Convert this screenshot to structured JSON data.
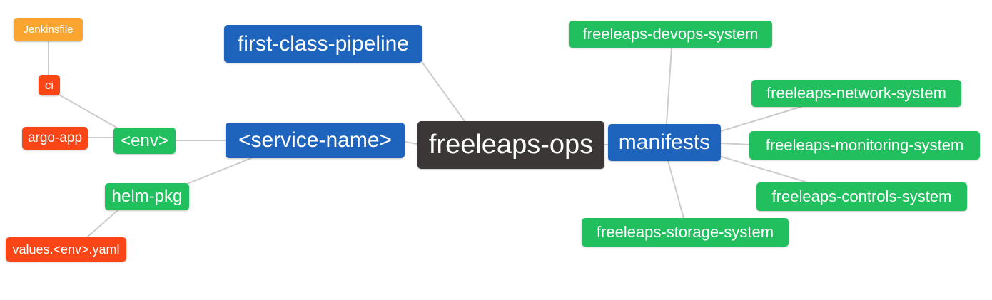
{
  "diagram": {
    "title": "freeleaps-ops mind map",
    "colors": {
      "background": "#ffffff",
      "text": "#ffffff",
      "edge": "#cccccc",
      "root_bg": "#3c3737",
      "branch_bg": "#1e63bc",
      "green_bg": "#21bf5e",
      "red_bg": "#fa4616",
      "orange_bg": "#f9a52f"
    },
    "nodes": {
      "root": {
        "label": "freeleaps-ops"
      },
      "first_class_pipeline": {
        "label": "first-class-pipeline"
      },
      "service_name": {
        "label": "<service-name>"
      },
      "manifests": {
        "label": "manifests"
      },
      "env": {
        "label": "<env>"
      },
      "helm_pkg": {
        "label": "helm-pkg"
      },
      "ci": {
        "label": "ci"
      },
      "argo_app": {
        "label": "argo-app"
      },
      "jenkinsfile": {
        "label": "Jenkinsfile"
      },
      "values_env_yaml": {
        "label": "values.<env>.yaml"
      },
      "devops_system": {
        "label": "freeleaps-devops-system"
      },
      "network_system": {
        "label": "freeleaps-network-system"
      },
      "monitoring_system": {
        "label": "freeleaps-monitoring-system"
      },
      "controls_system": {
        "label": "freeleaps-controls-system"
      },
      "storage_system": {
        "label": "freeleaps-storage-system"
      }
    },
    "edges": [
      {
        "from": "jenkinsfile",
        "to": "ci"
      },
      {
        "from": "ci",
        "to": "env"
      },
      {
        "from": "argo_app",
        "to": "env"
      },
      {
        "from": "env",
        "to": "service_name"
      },
      {
        "from": "helm_pkg",
        "to": "service_name"
      },
      {
        "from": "values_env_yaml",
        "to": "helm_pkg"
      },
      {
        "from": "service_name",
        "to": "root"
      },
      {
        "from": "first_class_pipeline",
        "to": "root"
      },
      {
        "from": "root",
        "to": "manifests"
      },
      {
        "from": "devops_system",
        "to": "manifests"
      },
      {
        "from": "manifests",
        "to": "network_system"
      },
      {
        "from": "manifests",
        "to": "monitoring_system"
      },
      {
        "from": "manifests",
        "to": "controls_system"
      },
      {
        "from": "manifests",
        "to": "storage_system"
      }
    ]
  }
}
